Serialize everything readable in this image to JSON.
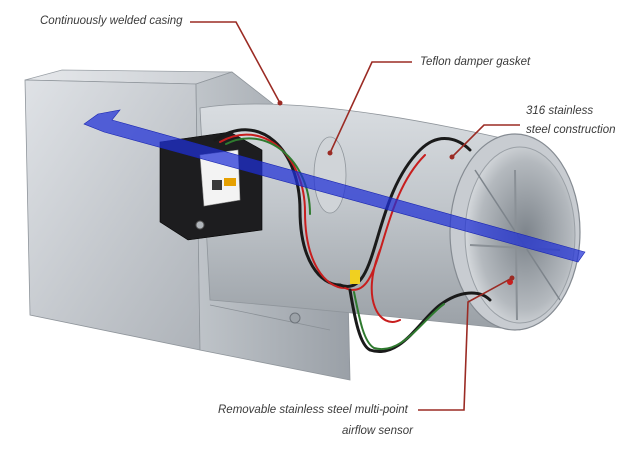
{
  "colors": {
    "leader_line": "#9b2b24",
    "airflow_arrow": "#1f2fd6",
    "casing": "#c9cdd2",
    "duct": "#b9bec4",
    "cable_red": "#c81e1e",
    "cable_green": "#2f7a2f",
    "cable_black": "#1a1a1a",
    "connector": "#f0d020"
  },
  "callouts": {
    "casing": "Continuously welded casing",
    "gasket": "Teflon damper gasket",
    "construction_line1": "316 stainless",
    "construction_line2": "steel construction",
    "sensor_line1": "Removable stainless steel multi-point",
    "sensor_line2": "airflow sensor"
  },
  "icons": [
    "airflow-arrow-icon",
    "controller-box-icon",
    "cable-bundle-icon"
  ]
}
